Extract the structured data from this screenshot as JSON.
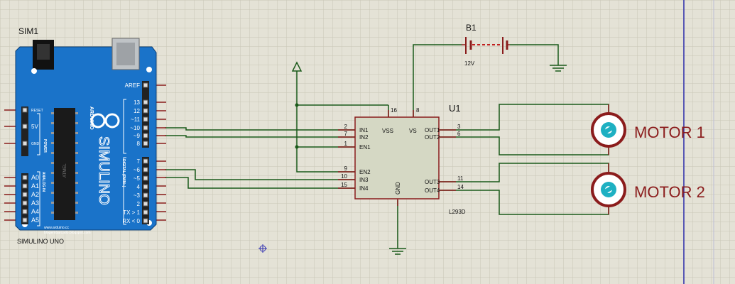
{
  "arduino": {
    "ref": "SIM1",
    "caption": "SIMULINO UNO",
    "brand": "SIMULINO",
    "sub_brand": "ARDUINO",
    "chip_label": "ATMEL",
    "url1": "www.arduino.cc",
    "url2": "blogembarcado.blogspot.com",
    "digital_label": "DIGITAL (PWM~)",
    "analog_label": "ANALOG IN",
    "power_label": "POWER",
    "left_pins": [
      "RESET",
      "5V",
      "GND"
    ],
    "analog_pins": [
      "A0",
      "A1",
      "A2",
      "A3",
      "A4",
      "A5"
    ],
    "digital_pins_top": [
      "AREF",
      "13",
      "12",
      "~11",
      "~10",
      "~9",
      "8"
    ],
    "digital_pins_bottom": [
      "7",
      "~6",
      "~5",
      "4",
      "~3",
      "2",
      "TX > 1",
      "RX < 0"
    ]
  },
  "battery": {
    "ref": "B1",
    "value": "12V"
  },
  "driver": {
    "ref": "U1",
    "part": "L293D",
    "left_pins": [
      {
        "num": "2",
        "name": "IN1"
      },
      {
        "num": "7",
        "name": "IN2"
      },
      {
        "num": "1",
        "name": "EN1"
      },
      {
        "num": "9",
        "name": "EN2"
      },
      {
        "num": "10",
        "name": "IN3"
      },
      {
        "num": "15",
        "name": "IN4"
      }
    ],
    "right_pins": [
      {
        "num": "3",
        "name": "OUT1"
      },
      {
        "num": "6",
        "name": "OUT2"
      },
      {
        "num": "11",
        "name": "OUT3"
      },
      {
        "num": "14",
        "name": "OUT4"
      }
    ],
    "top_pins": [
      {
        "num": "16",
        "name": "VSS"
      },
      {
        "num": "8",
        "name": "VS"
      }
    ],
    "bottom_pin": {
      "name": "GND"
    }
  },
  "motors": [
    {
      "label": "MOTOR 1"
    },
    {
      "label": "MOTOR 2"
    }
  ],
  "colors": {
    "grid_bg": "#e4e2d6",
    "wire": "#1a5a1a",
    "pin": "#8a1c1c",
    "board": "#1a73c9",
    "chip_body": "#d5d8c4",
    "motor_ring": "#8b1c1c",
    "motor_rotor": "#1eb0c2",
    "label_red": "#8b1c1c",
    "frame_blue": "#3030b0"
  }
}
